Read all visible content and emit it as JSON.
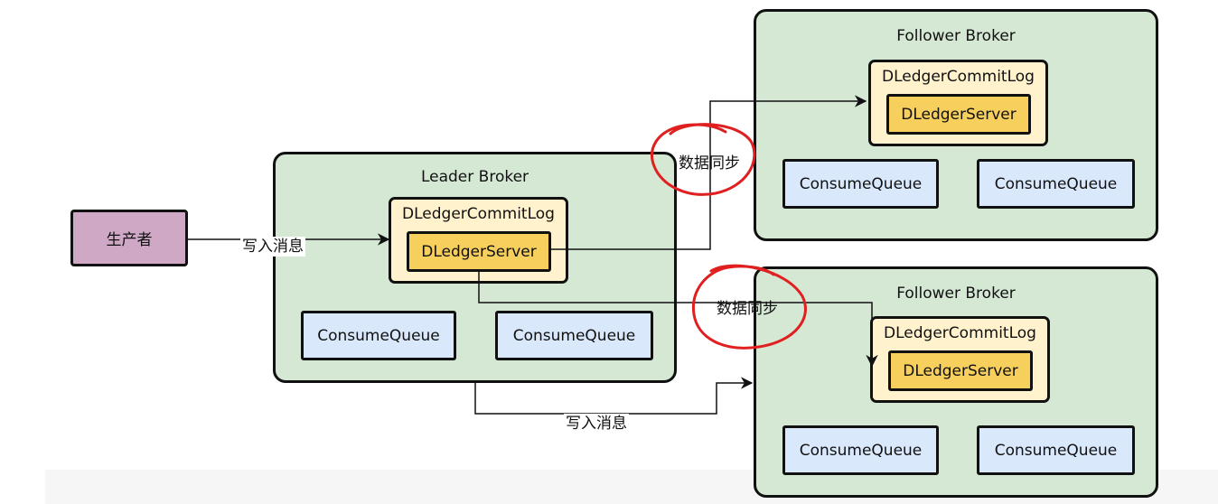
{
  "producer": {
    "label": "生产者"
  },
  "leader": {
    "title": "Leader Broker",
    "commitlog": "DLedgerCommitLog",
    "server": "DLedgerServer",
    "queues": [
      "ConsumeQueue",
      "ConsumeQueue"
    ]
  },
  "followers": [
    {
      "title": "Follower Broker",
      "commitlog": "DLedgerCommitLog",
      "server": "DLedgerServer",
      "queues": [
        "ConsumeQueue",
        "ConsumeQueue"
      ]
    },
    {
      "title": "Follower Broker",
      "commitlog": "DLedgerCommitLog",
      "server": "DLedgerServer",
      "queues": [
        "ConsumeQueue",
        "ConsumeQueue"
      ]
    }
  ],
  "edges": {
    "write_msg_1": "写入消息",
    "sync_1": "数据同步",
    "sync_2": "数据同步",
    "write_msg_2": "写入消息"
  },
  "colors": {
    "broker_fill": "#d5e8d4",
    "commitlog_fill": "#fff2cc",
    "server_fill": "#f6cf5c",
    "queue_fill": "#dae8fc",
    "producer_fill": "#cfa8c6",
    "annotation_red": "#e02020"
  }
}
